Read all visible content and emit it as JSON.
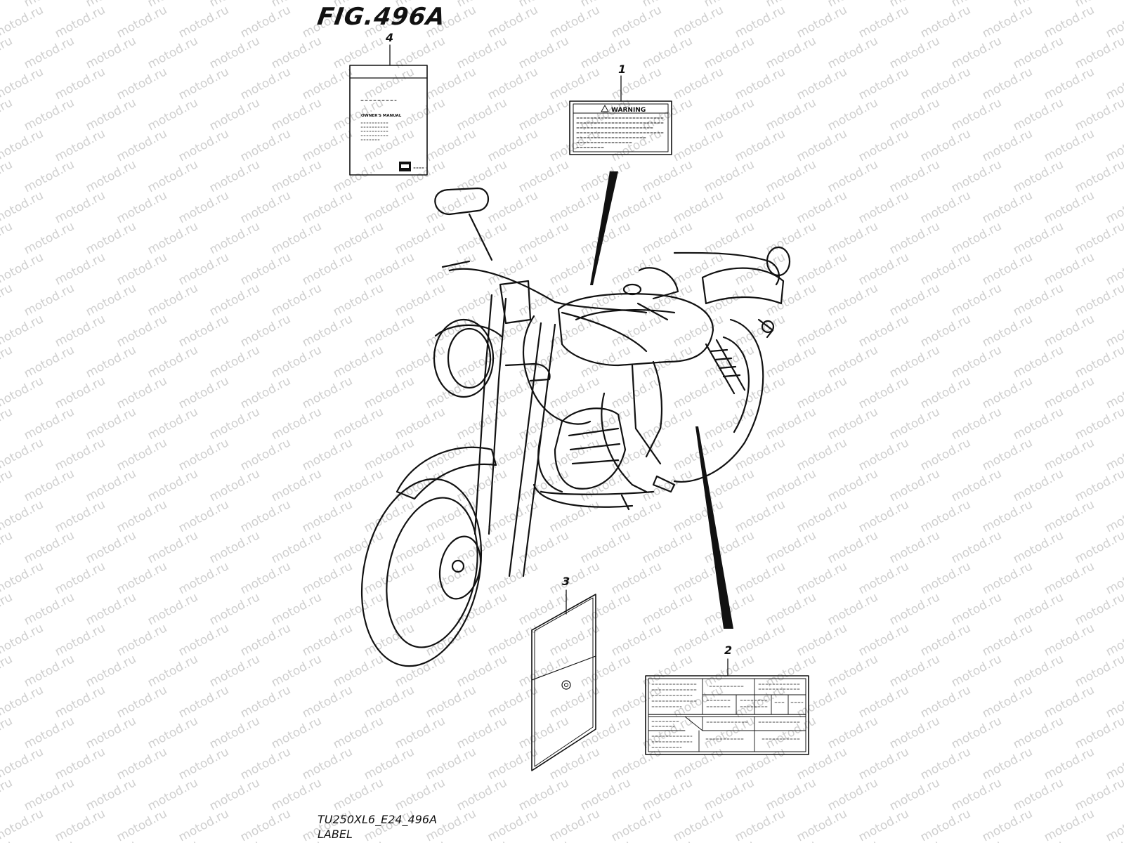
{
  "figure": {
    "title": "FIG.496A",
    "code": "TU250XL6_E24_496A",
    "caption": "LABEL"
  },
  "callouts": [
    "1",
    "2",
    "3",
    "4"
  ],
  "warning_label": {
    "heading": "WARNING"
  },
  "manual": {
    "title": "OWNER'S MANUAL"
  },
  "watermark": "motod.ru"
}
